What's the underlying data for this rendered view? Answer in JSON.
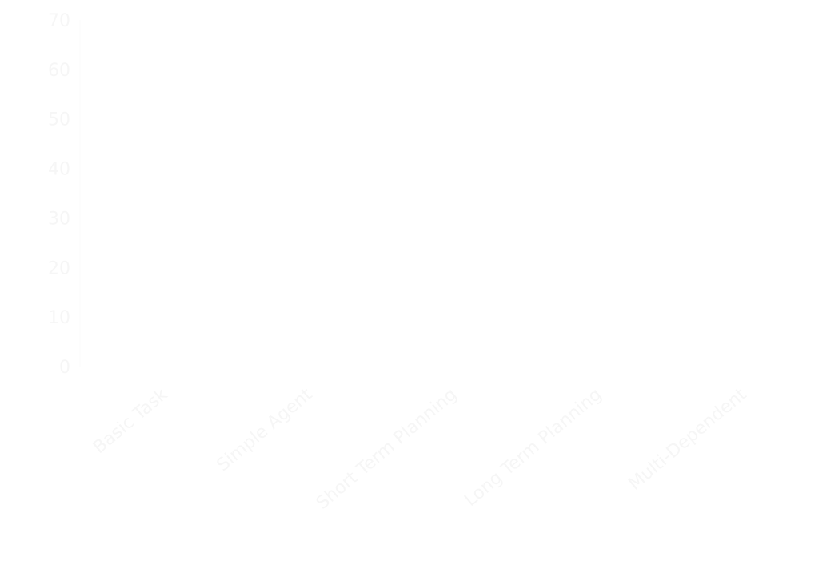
{
  "chart_data": {
    "type": "bar",
    "title": "",
    "xlabel": "",
    "ylabel": "",
    "categories": [
      "Basic Task",
      "Simple Agent",
      "Short Term Planning",
      "Long Term Planning",
      "Multi-Dependent"
    ],
    "values": [
      0,
      0,
      0,
      0,
      0
    ],
    "yticks": [
      0,
      10,
      20,
      30,
      40,
      50,
      60,
      70
    ],
    "ylim": [
      0,
      70
    ],
    "grid": false,
    "colors": {
      "text": "#f6f6f6",
      "bar": "#ffffff"
    }
  }
}
